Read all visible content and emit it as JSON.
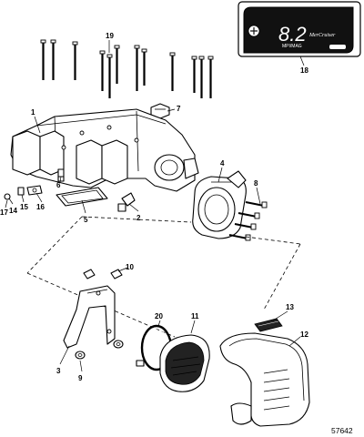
{
  "figure_number": "57642",
  "decal": {
    "large_text": "8.2",
    "large_text_sub": "MPI/MAG",
    "script_text": "MerCruiser"
  },
  "callouts": {
    "c1": "1",
    "c2": "2",
    "c3": "3",
    "c4": "4",
    "c5": "5",
    "c6": "6",
    "c7": "7",
    "c8": "8",
    "c9": "9",
    "c10": "10",
    "c11": "11",
    "c12": "12",
    "c13": "13",
    "c14": "14",
    "c15": "15",
    "c16": "16",
    "c17": "17",
    "c18": "18",
    "c19": "19",
    "c20": "20"
  }
}
